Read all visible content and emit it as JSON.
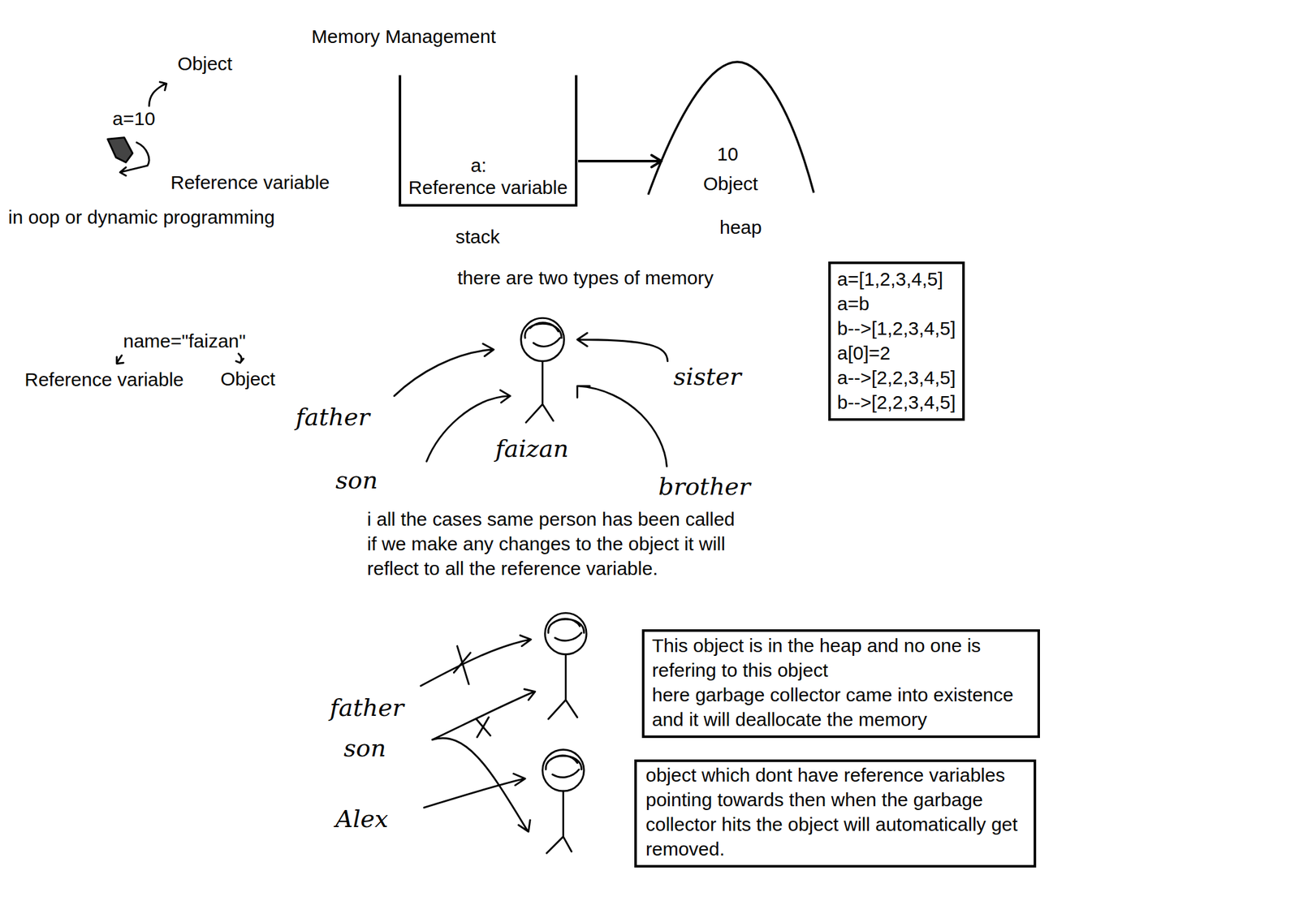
{
  "diagram": {
    "title": "Memory Management",
    "nodes": [
      {
        "text": [
          "a:",
          "Reference variable",
          "stack"
        ]
      },
      {
        "text": [
          "10",
          "Object",
          "heap"
        ]
      },
      {
        "text": [
          "a=[1,2,3,4,5]",
          "a=b",
          "b-->[1,2,3,4,5]",
          "a[0]=2",
          "a-->[2,2,3,4,5]",
          "b-->[2,2,3,4,5]"
        ]
      },
      {
        "text": [
          "This object is in the heap and no one is refering to this object",
          "here garbage collector came into existence and it will deallocate the memory"
        ]
      },
      {
        "text": [
          "object which dont have reference variables pointing towards then when the garbage collector hits the object will automatically get removed."
        ]
      }
    ],
    "edges": [
      {
        "from": 0,
        "to": 1,
        "arrow": "to"
      }
    ],
    "labels": [
      "Object",
      "a=10",
      "Reference variable",
      "in oop or dynamic programming",
      "there are two types of memory",
      "name=\"faizan\"",
      "Reference variable",
      "Object",
      "father",
      "sister",
      "faizan",
      "son",
      "brother",
      "i all the cases same person has been called if we make any changes to the object it will reflect to all the reference variable.",
      "father",
      "son",
      "Alex"
    ]
  }
}
